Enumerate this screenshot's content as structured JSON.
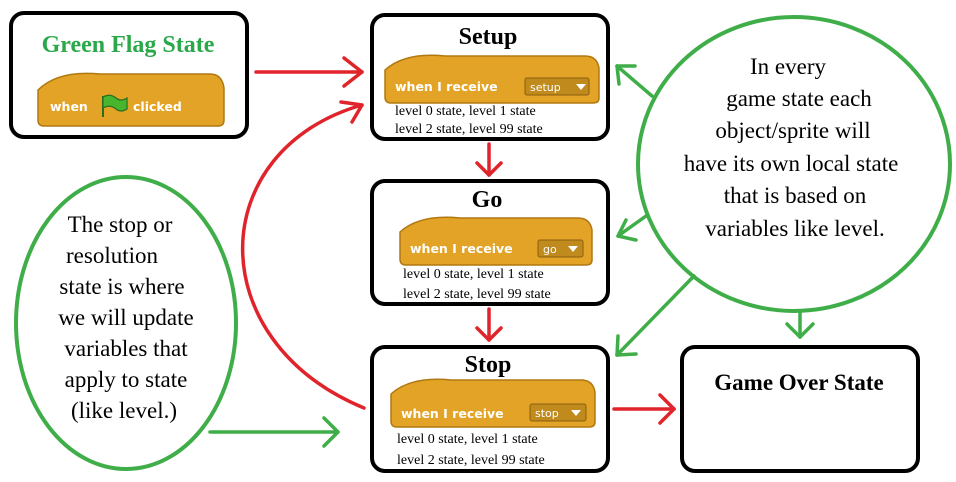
{
  "green_flag_box": {
    "title": "Green Flag State",
    "block": {
      "when": "when",
      "clicked": "clicked",
      "flag_icon": "green-flag-icon"
    }
  },
  "setup_box": {
    "title": "Setup",
    "block": {
      "label": "when I receive",
      "option": "setup"
    },
    "lines": [
      "level 0 state, level 1 state",
      "level 2 state, level 99 state"
    ]
  },
  "go_box": {
    "title": "Go",
    "block": {
      "label": "when I receive",
      "option": "go"
    },
    "lines": [
      "level 0 state, level 1 state",
      "level 2 state, level 99 state"
    ]
  },
  "stop_box": {
    "title": "Stop",
    "block": {
      "label": "when I receive",
      "option": "stop"
    },
    "lines": [
      "level 0 state, level 1 state",
      "level 2 state, level 99 state"
    ]
  },
  "game_over_box": {
    "title": "Game Over State"
  },
  "left_note": {
    "lines": [
      "The stop or",
      "resolution",
      "state is where",
      "we will update",
      "variables that",
      "apply to state",
      "(like level.)"
    ]
  },
  "right_note": {
    "lines": [
      "In every",
      "game state each",
      "object/sprite will",
      "have its own local state",
      "that is based on",
      "variables like level."
    ]
  },
  "colors": {
    "green_title": "#2aa84a",
    "green_ellipse": "#3fae49",
    "red_arrow": "#e0242b",
    "block_fill": "#e3a326",
    "block_dark": "#b07810",
    "box_border": "#000000"
  }
}
